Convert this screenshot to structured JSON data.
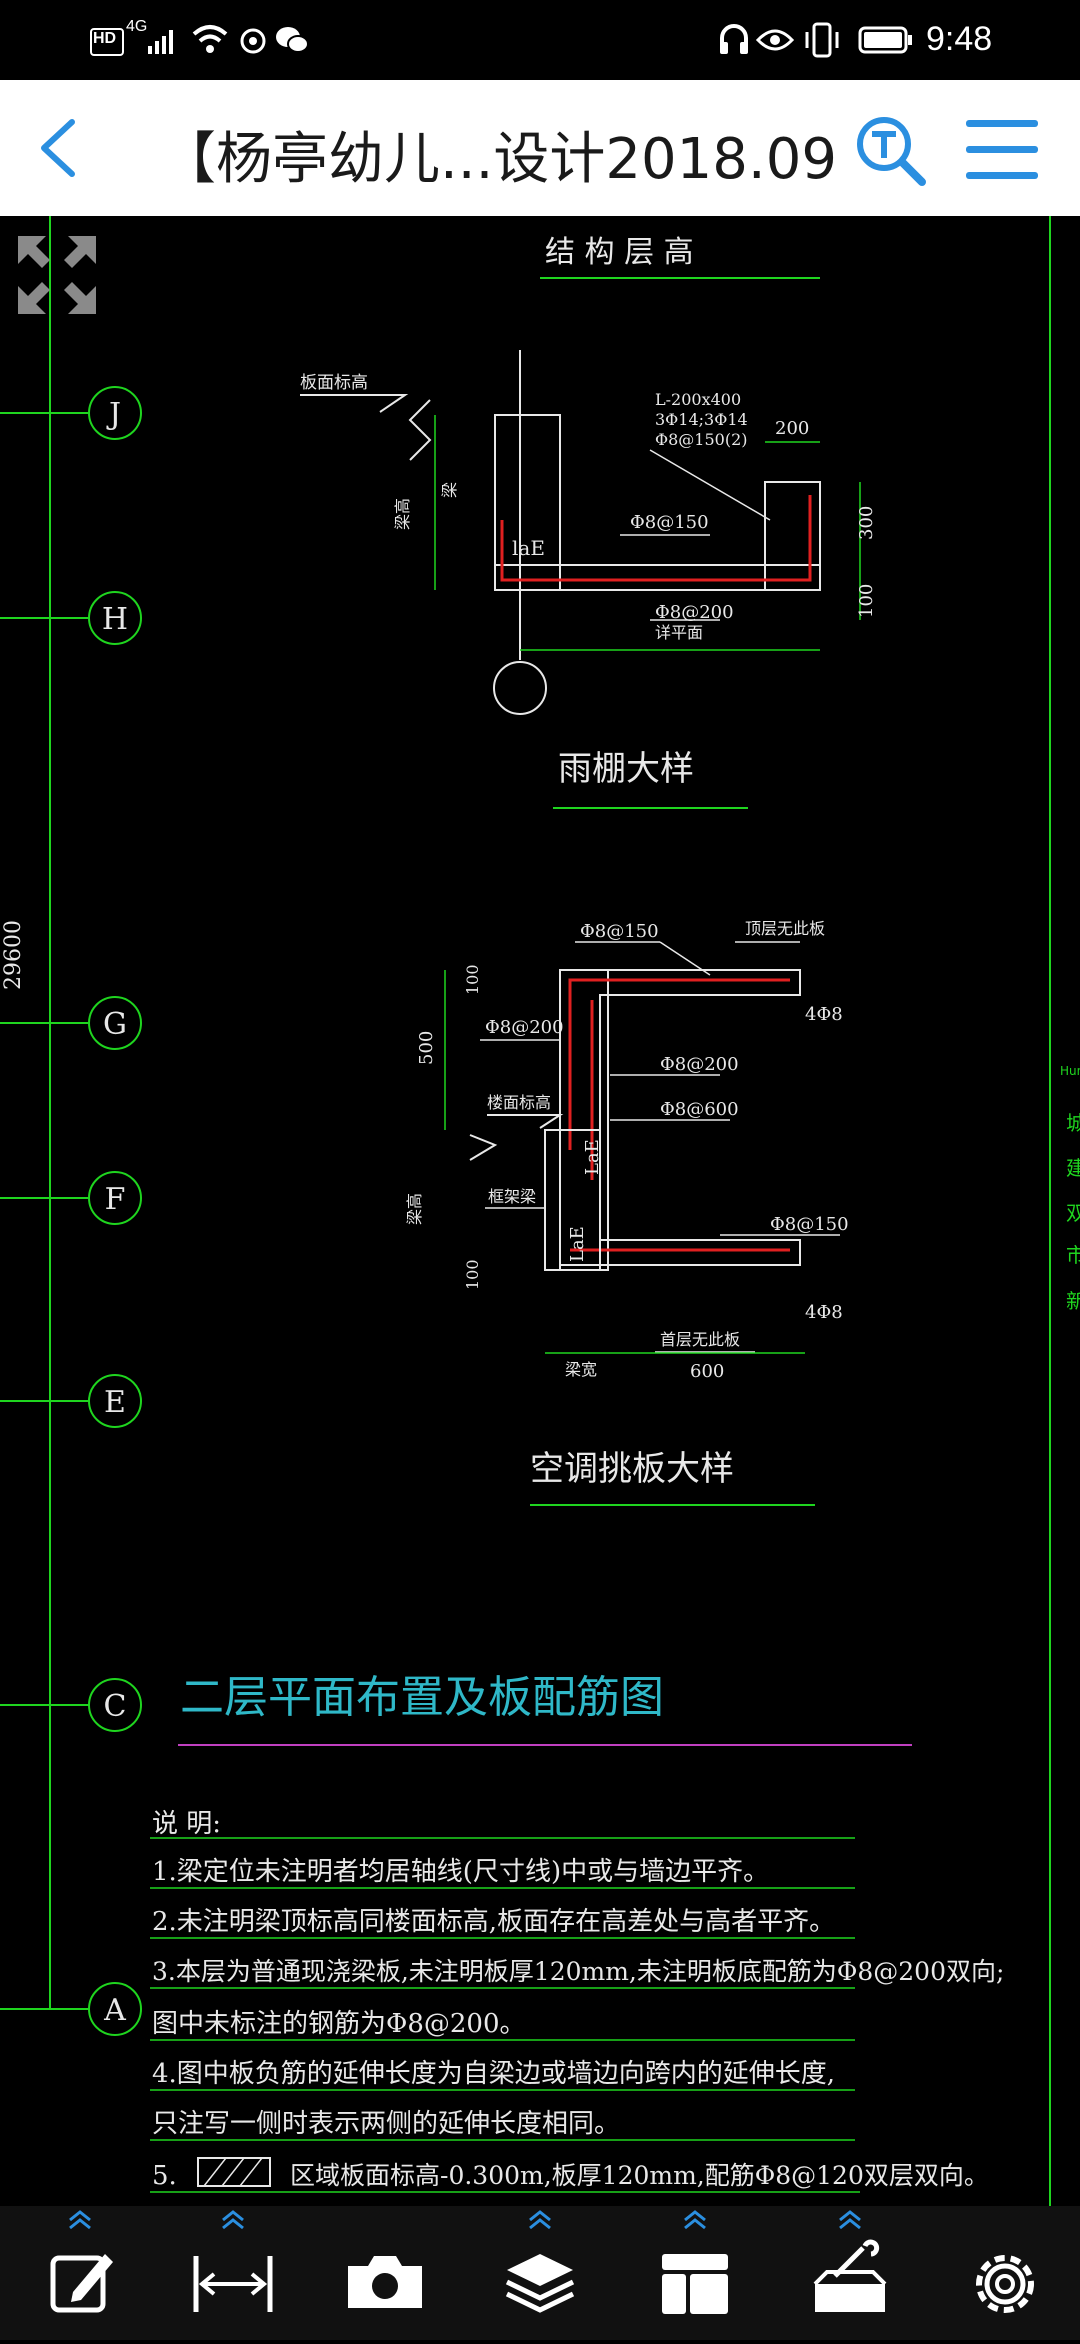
{
  "status_bar": {
    "network_badge": "HD",
    "signal_label": "4G",
    "time": "9:48"
  },
  "header": {
    "title": "【杨亭幼儿...设计2018.09",
    "back_icon": "chevron-left-icon",
    "search_icon": "magnifier-t-icon",
    "menu_icon": "hamburger-menu-icon"
  },
  "drawing": {
    "axis_labels": [
      "J",
      "H",
      "G",
      "F",
      "E",
      "C",
      "A"
    ],
    "dimension_total": "29600",
    "section1": {
      "heading": "结 构 层 高",
      "caption": "雨棚大样",
      "label_slab_elev": "板面标高",
      "label_beam": "梁",
      "label_beam_height": "梁高",
      "beam_spec_1": "L-200x400",
      "beam_spec_2": "3Φ14;3Φ14",
      "beam_spec_3": "Φ8@150(2)",
      "dim_200": "200",
      "rebar_150": "Φ8@150",
      "rebar_200": "Φ8@200",
      "label_flat": "详平面",
      "dim_300": "300",
      "dim_100": "100",
      "laE": "laE"
    },
    "section2": {
      "caption": "空调挑板大样",
      "rebar_top": "Φ8@150",
      "label_top_slab": "顶层无此板",
      "dim_100_top": "100",
      "dim_500": "500",
      "rebar_left": "Φ8@200",
      "bars_top": "4Φ8",
      "rebar_mid_200": "Φ8@200",
      "label_slab_elev": "楼面标高",
      "rebar_mid_600": "Φ8@600",
      "laE_top": "LaE",
      "label_frame_beam": "框架梁",
      "label_beam_height": "梁高",
      "laE_bottom": "LaE",
      "rebar_bottom": "Φ8@150",
      "dim_100_bottom": "100",
      "bars_bottom": "4Φ8",
      "label_bottom_slab": "首层无此板",
      "label_beam_width": "梁宽",
      "dim_600": "600"
    },
    "plan_title": "二层平面布置及板配筋图",
    "notes_heading": "说  明:",
    "notes": [
      "1.梁定位未注明者均居轴线(尺寸线)中或与墙边平齐。",
      "2.未注明梁顶标高同楼面标高,板面存在高差处与高者平齐。",
      "3.本层为普通现浇梁板,未注明板厚120mm,未注明板底配筋为Φ8@200双向;",
      "  图中未标注的钢筋为Φ8@200。",
      "4.图中板负筋的延伸长度为自梁边或墙边向跨内的延伸长度,",
      "  只注写一侧时表示两侧的延伸长度相同。"
    ],
    "note5_number": "5.",
    "note5_text": "区域板面标高-0.300m,板厚120mm,配筋Φ8@120双层双向。",
    "right_edge_labels": [
      "Hun",
      "城",
      "建",
      "双",
      "市",
      "新"
    ],
    "colors": {
      "axis_line": "#1fd51f",
      "text": "#e8e8e8",
      "rebar": "#e02020",
      "plan_title": "#2fb8c8",
      "title_underline": "#c040c0"
    }
  },
  "toolbar": {
    "icons": [
      "edit-icon",
      "measure-icon",
      "camera-icon",
      "layers-icon",
      "layout-icon",
      "toolbox-icon",
      "settings-icon"
    ]
  }
}
